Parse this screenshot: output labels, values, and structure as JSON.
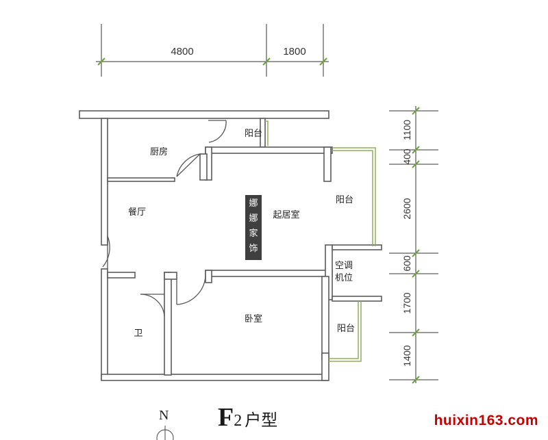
{
  "dimensions": {
    "top": [
      "4800",
      "1800"
    ],
    "right": [
      "1100",
      "400",
      "2600",
      "600",
      "1700",
      "1400"
    ]
  },
  "rooms": {
    "kitchen": "厨房",
    "balcony_top": "阳台",
    "dining": "餐厅",
    "living": "起居室",
    "balcony_right": "阳台",
    "ac_line1": "空调",
    "ac_line2": "机位",
    "bathroom": "卫",
    "bedroom": "卧室",
    "balcony_bedroom": "阳台"
  },
  "watermark": [
    "娜",
    "娜",
    "家",
    "饰"
  ],
  "title": {
    "main": "F",
    "sub": "2",
    "suffix": "户型"
  },
  "north_label": "N",
  "site": "huixin163.com",
  "colors": {
    "wall": "#5a5a5a",
    "wall_fill": "#ffffff",
    "balcony_rail": "#8fae5a",
    "dim_tick": "#6aa33a",
    "site_red": "#c40000"
  }
}
